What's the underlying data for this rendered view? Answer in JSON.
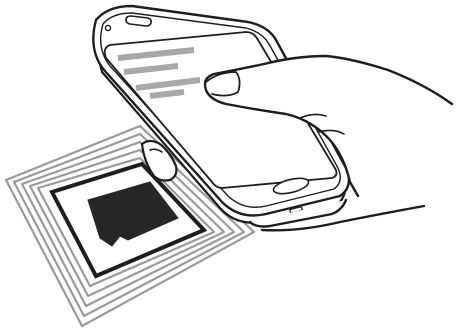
{
  "illustration": {
    "subject": "phone-tapping-nfc-tag",
    "colors": {
      "outline": "#1e1e1e",
      "tag_rings": "#9a9a9a",
      "chip": "#262626",
      "screen_lines": "#a8a8a8",
      "fill": "#ffffff"
    },
    "screen_text_lines": 4,
    "tag_ring_count": 5
  }
}
